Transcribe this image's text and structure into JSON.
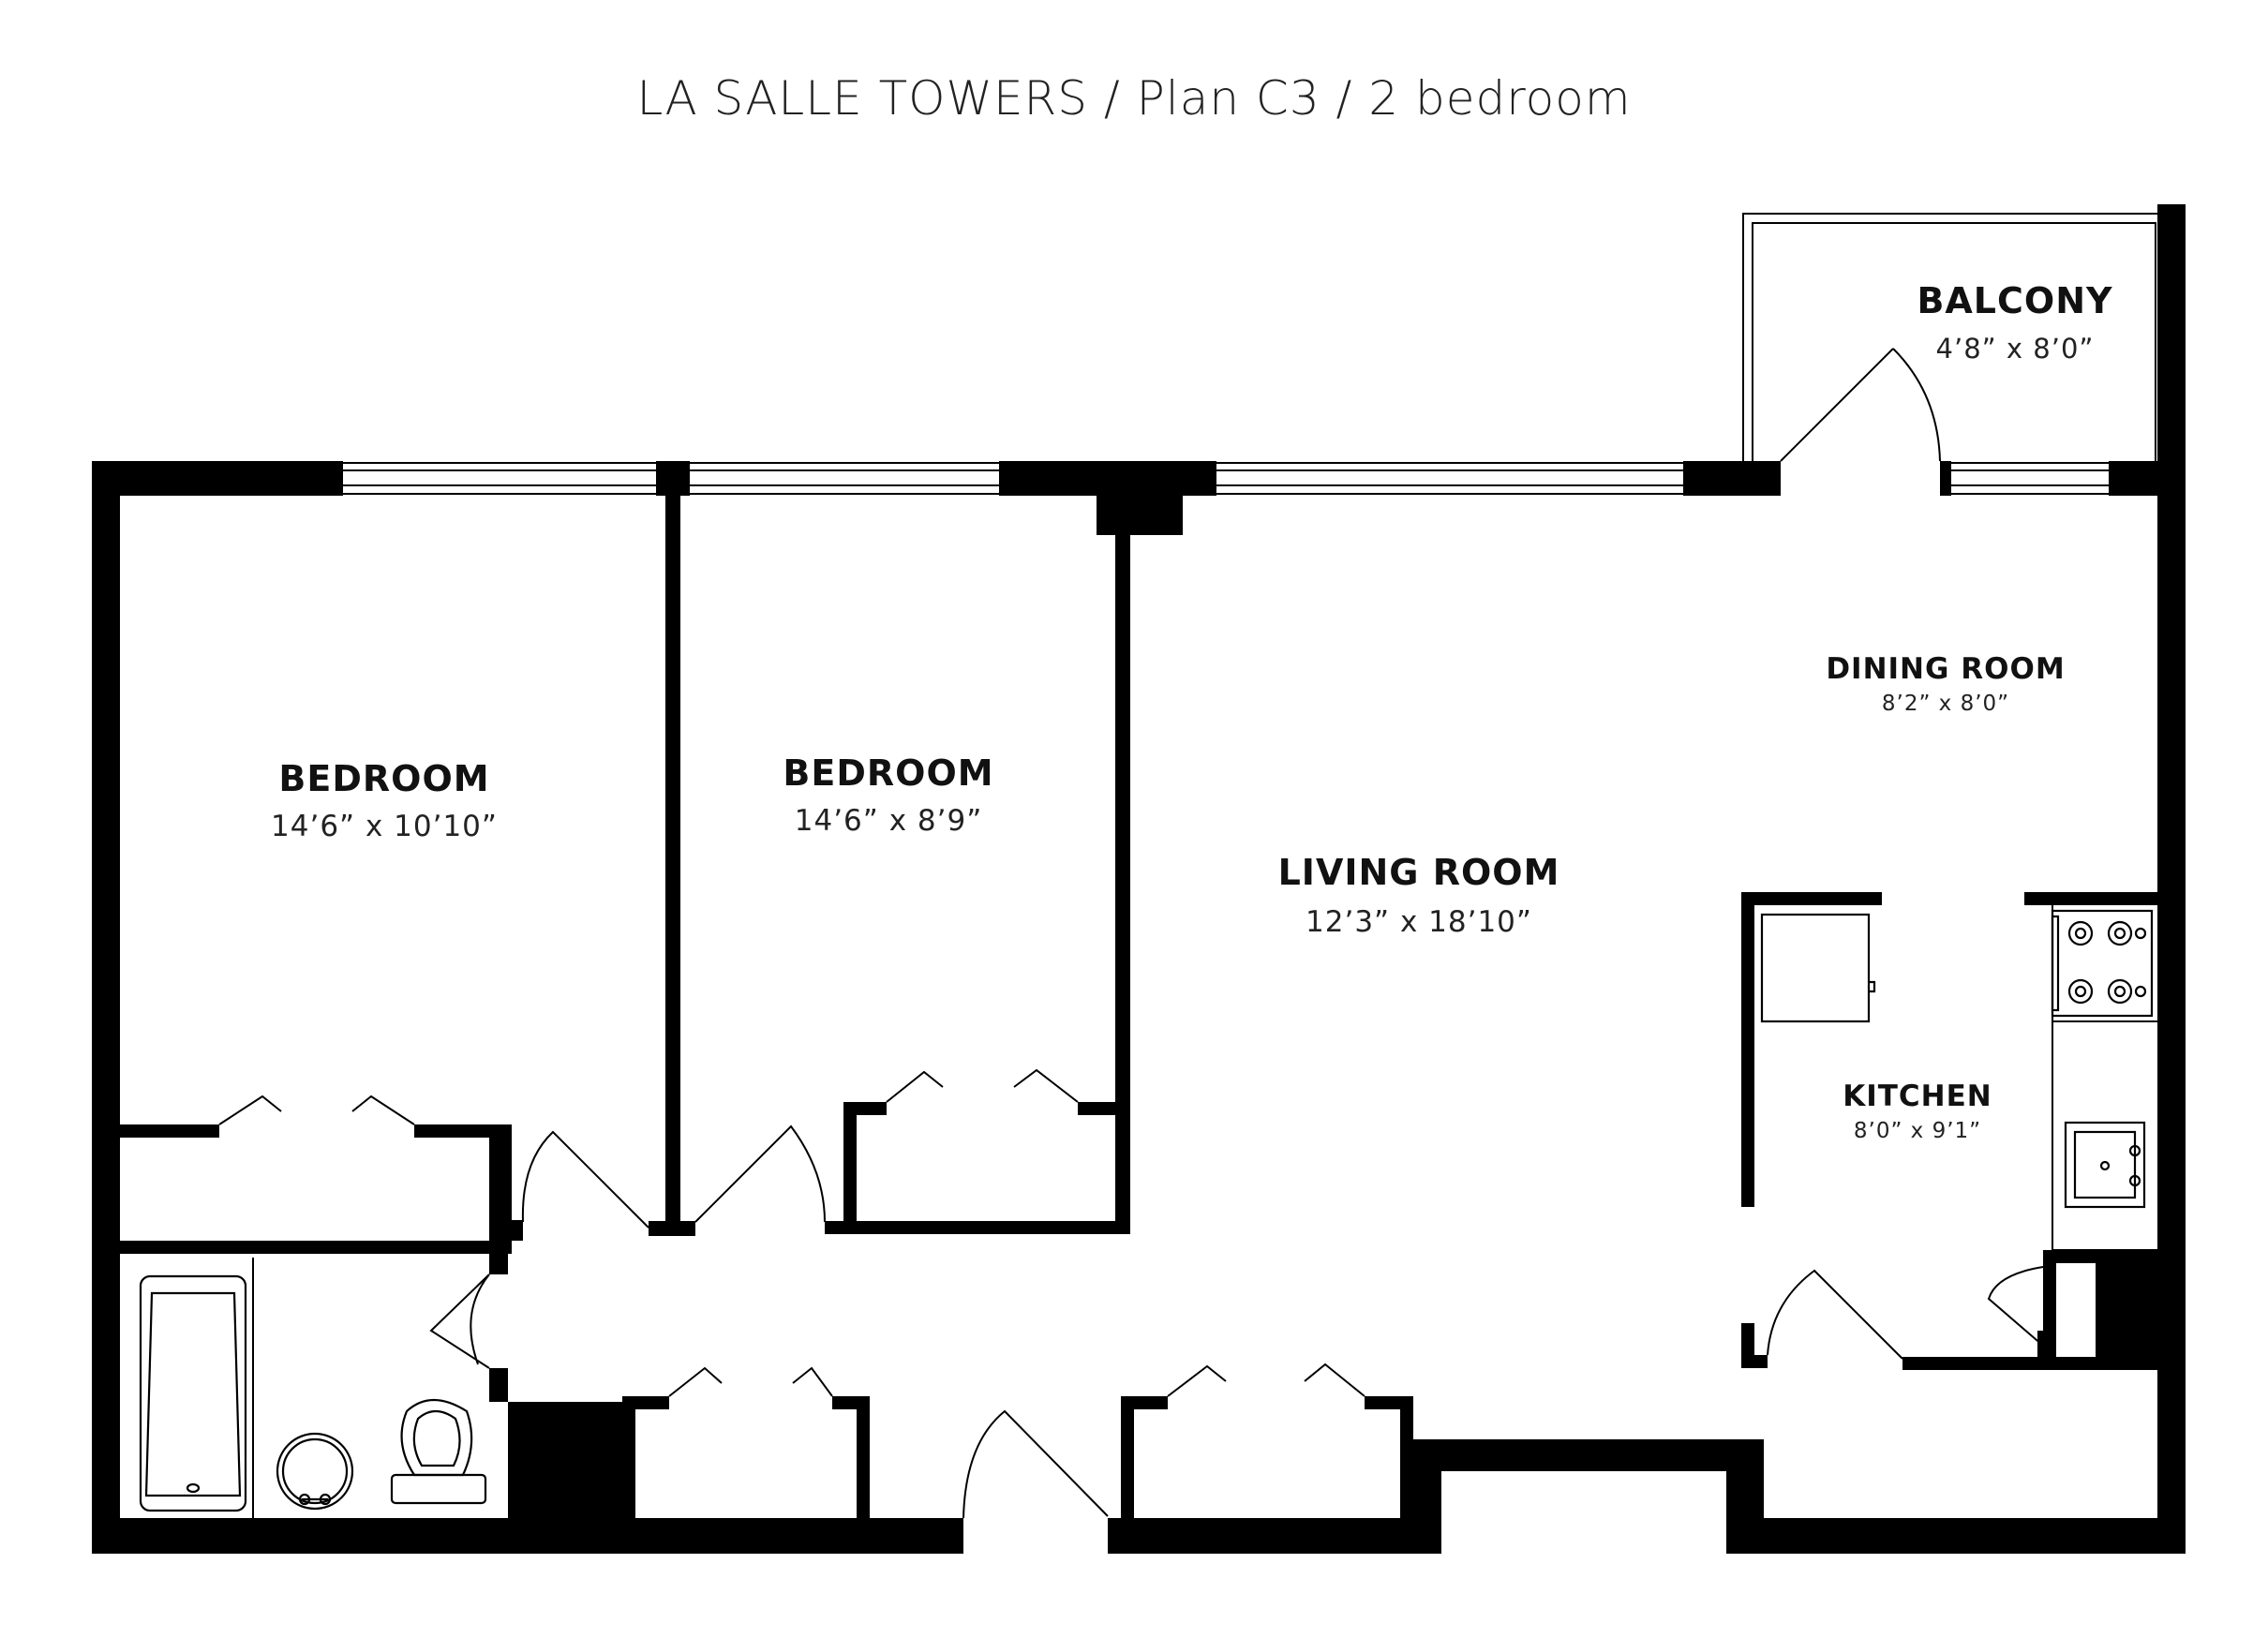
{
  "plan": {
    "title": "LA SALLE TOWERS / Plan C3 / 2 bedroom",
    "colors": {
      "walls": "#000000",
      "background": "#ffffff",
      "text": "#222222"
    },
    "rooms": {
      "bedroom_1": {
        "name": "BEDROOM",
        "dimensions": "14’6” x 10’10”"
      },
      "bedroom_2": {
        "name": "BEDROOM",
        "dimensions": "14’6” x 8’9”"
      },
      "living_room": {
        "name": "LIVING ROOM",
        "dimensions": "12’3” x 18’10”"
      },
      "dining_room": {
        "name": "DINING ROOM",
        "dimensions": "8’2” x 8’0”"
      },
      "kitchen": {
        "name": "KITCHEN",
        "dimensions": "8’0” x 9’1”"
      },
      "balcony": {
        "name": "BALCONY",
        "dimensions": "4’8” x 8’0”"
      }
    },
    "fixtures": [
      "bathtub-icon",
      "bathroom-sink-icon",
      "toilet-icon",
      "refrigerator-icon",
      "stove-icon",
      "kitchen-sink-icon"
    ]
  }
}
